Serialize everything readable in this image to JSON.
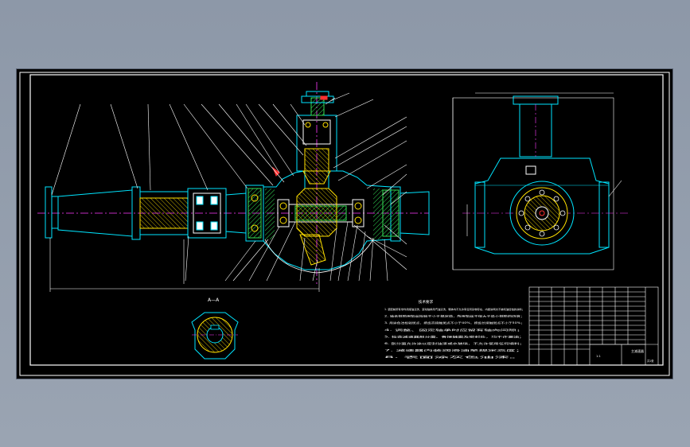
{
  "drawing": {
    "section_label": "A—A",
    "tech_requirements_title": "技术要求",
    "tech_requirements_lines": [
      "1. 装配前所有零件用煤油清洗，滚动轴承用汽油清洗，箱体内不允许有任何杂物存在，内壁涂两次不被机油侵蚀的涂料；",
      "2. 啮合侧隙用铅丝检验不小于规定值，所用铅丝不得大于最小侧隙的四倍；",
      "3. 用涂色法检验斑点，按齿高接触斑点不小于40%，按齿长接触斑点不小于50%；",
      "4. 调整、固定轴承时应留有轴向间隙；",
      "5. 检查减速器剖分面、各接触面及密封处，均不许漏油；",
      "6. 剖分面允许涂以密封油漆或水玻璃，不允许使用任何填料；",
      "7. 减速器内装润滑油至规定高度；",
      "8. 表面涂灰色油漆。"
    ],
    "title_block": {
      "drawing_name": "主减速器",
      "scale": "1:1",
      "sheet": "共1张"
    }
  },
  "colors": {
    "background": "#000000",
    "frame": "#ffffff",
    "outline": "#00e5ff",
    "leader": "#ffffff",
    "centerline": "#ff3bff",
    "hatch": "#33dd55",
    "section_red": "#ff3030",
    "gear_yellow": "#ffe000",
    "dim": "#00e5ff"
  }
}
